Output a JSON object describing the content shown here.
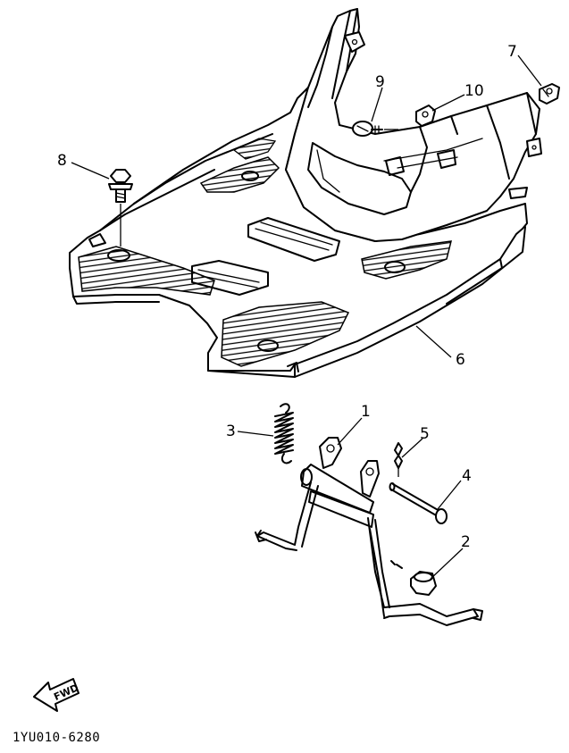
{
  "diagram": {
    "part_code": "1YU010-6280",
    "direction_arrow_label": "FWD",
    "callouts": [
      {
        "id": "c1",
        "number": "1"
      },
      {
        "id": "c2",
        "number": "2"
      },
      {
        "id": "c3",
        "number": "3"
      },
      {
        "id": "c4",
        "number": "4"
      },
      {
        "id": "c5",
        "number": "5"
      },
      {
        "id": "c6",
        "number": "6"
      },
      {
        "id": "c7",
        "number": "7"
      },
      {
        "id": "c8",
        "number": "8"
      },
      {
        "id": "c9",
        "number": "9"
      },
      {
        "id": "c10",
        "number": "10"
      }
    ]
  }
}
